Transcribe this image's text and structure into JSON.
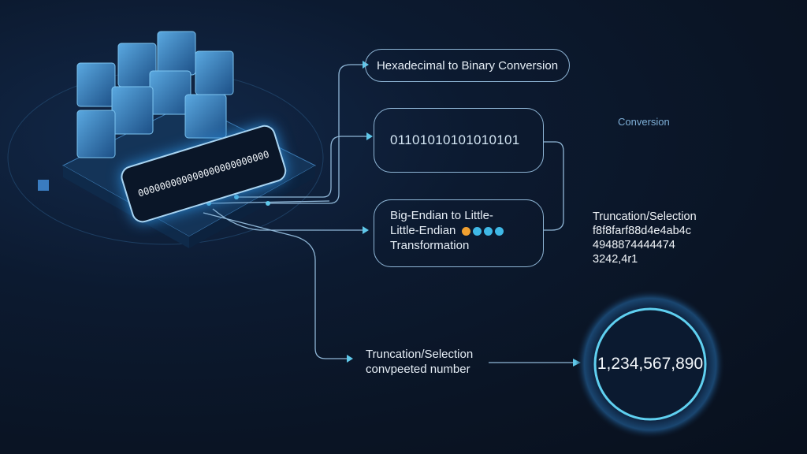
{
  "display_bits": "000000000000000000000000",
  "nodes": {
    "hex_to_binary": "Hexadecimal to Binary Conversion",
    "binary_value": "01101010101010101",
    "endian_line1": "Big-Endian to Little-",
    "endian_line2": "Little-Endian",
    "endian_line3": "Transformation",
    "conversion_label": "Conversion",
    "truncation_title": "Truncation/Selection",
    "truncation_line1": "f8f8farf88d4e4ab4c",
    "truncation_line2": "4948874444474",
    "truncation_line3": "3242,4r1",
    "bottom_line1": "Truncation/Selection",
    "bottom_line2": "convpeeted number",
    "result": "1,234,567,890"
  },
  "colors": {
    "accent": "#5fc8ea",
    "dot_orange": "#f0a030",
    "dot_blue": "#3fb8e6",
    "line": "#8fb6d6"
  }
}
